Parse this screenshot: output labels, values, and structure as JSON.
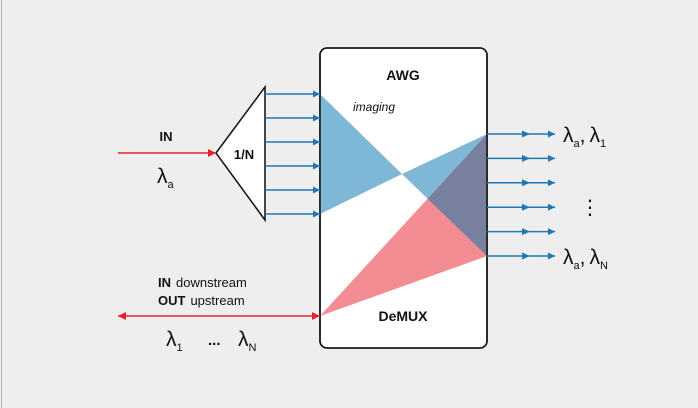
{
  "colors": {
    "background": "#eeeeee",
    "blue_beam": "#7fb7d7",
    "red_beam": "#f48d93",
    "overlap": "#77809f",
    "blue_arrow": "#1f77b4",
    "red_arrow": "#e8202c",
    "outline": "#1a1a1a"
  },
  "awg": {
    "title": "AWG",
    "imaging_label": "imaging",
    "demux_label": "DeMUX"
  },
  "splitter": {
    "label": "1/N",
    "branch_count": 6
  },
  "input": {
    "label": "IN",
    "wavelength": "λ",
    "wavelength_sub": "a"
  },
  "bidirectional": {
    "line1_bold": "IN",
    "line1_text": "downstream",
    "line2_bold": "OUT",
    "line2_text": "upstream",
    "lambda_first": "λ",
    "lambda_first_sub": "1",
    "ellipsis": "...",
    "lambda_last": "λ",
    "lambda_last_sub": "N"
  },
  "outputs": {
    "count": 6,
    "first_label": {
      "l1": "λ",
      "s1": "a",
      "sep": ",",
      "l2": "λ",
      "s2": "1"
    },
    "last_label": {
      "l1": "λ",
      "s1": "a",
      "sep": ",",
      "l2": "λ",
      "s2": "N"
    },
    "vertical_ellipsis": "⋮"
  }
}
